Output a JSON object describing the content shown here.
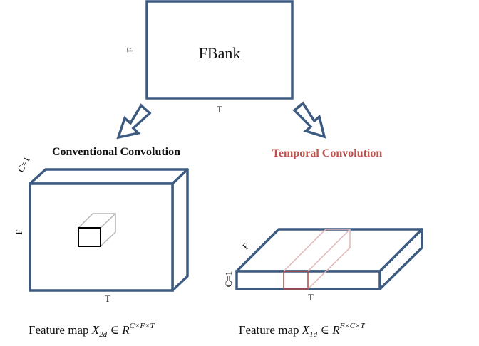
{
  "input_block": {
    "title": "FBank",
    "freq_label": "F",
    "time_label": "T"
  },
  "left_panel": {
    "heading": "Conventional Convolution",
    "channel_label": "C=1",
    "freq_label": "F",
    "time_label": "T",
    "caption": {
      "text": "Feature map ",
      "var": "X",
      "sub": "2d",
      "in": " ∈ ",
      "set": "R",
      "sup": "C×F×T"
    }
  },
  "right_panel": {
    "heading": "Temporal Convolution",
    "channel_label": "C=1",
    "freq_label": "F",
    "time_label": "T",
    "caption": {
      "text": "Feature map ",
      "var": "X",
      "sub": "1d",
      "in": " ∈ ",
      "set": "R",
      "sup": "F×C×T"
    }
  },
  "colors": {
    "box_stroke": "#3d5a80",
    "kernel_outline": "#b5b5b5",
    "kernel_face": "#000000",
    "temporal_kernel": "#e4b7b7",
    "temporal_kernel_front": "#b04848",
    "temporal_heading": "#c0504d",
    "text": "#111111"
  }
}
